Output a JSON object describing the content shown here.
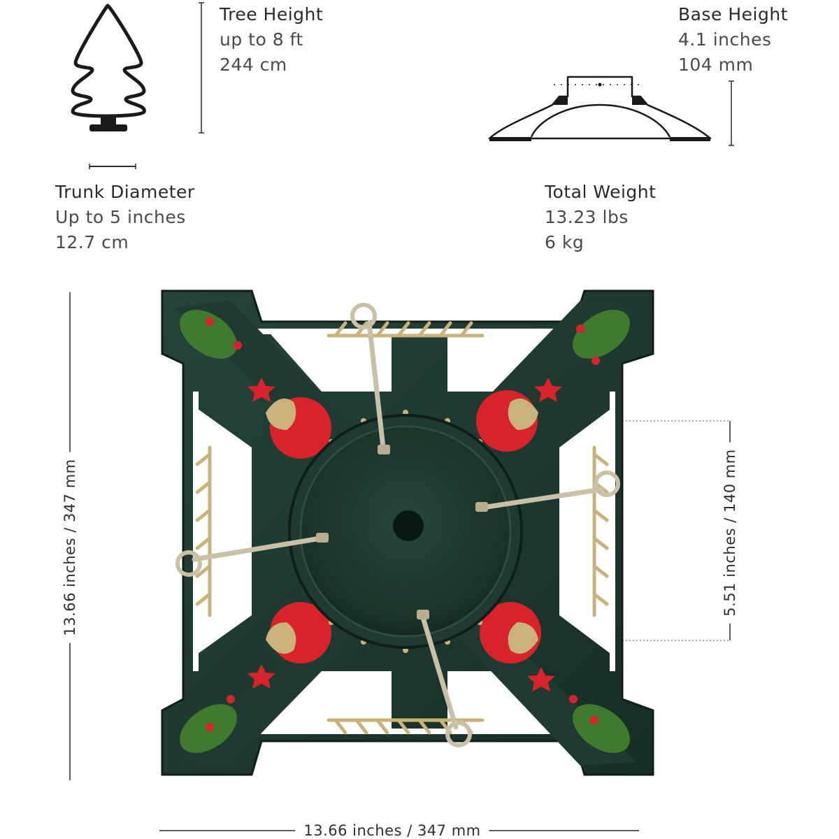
{
  "specs": {
    "tree_height": {
      "title": "Tree Height",
      "line1": "up to 8 ft",
      "line2": "244 cm"
    },
    "base_height": {
      "title": "Base Height",
      "line1": "4.1 inches",
      "line2": "104 mm"
    },
    "trunk_diameter": {
      "title": "Trunk Diameter",
      "line1": "Up to 5 inches",
      "line2": "12.7  cm"
    },
    "total_weight": {
      "title": "Total Weight",
      "line1": "13.23 lbs",
      "line2": "6 kg"
    }
  },
  "dimensions": {
    "height": "13.66 inches / 347 mm",
    "width": "13.66 inches / 347 mm",
    "bowl": "5.51 inches / 140 mm"
  },
  "icons": {
    "tree": "tree-outline-icon",
    "base_profile": "stand-profile-icon"
  },
  "colors": {
    "iron_green": "#1f3a30",
    "gold": "#c9b37a",
    "red": "#d8232a",
    "leaf_green": "#3f7a2e",
    "text": "#2e2e2e"
  }
}
